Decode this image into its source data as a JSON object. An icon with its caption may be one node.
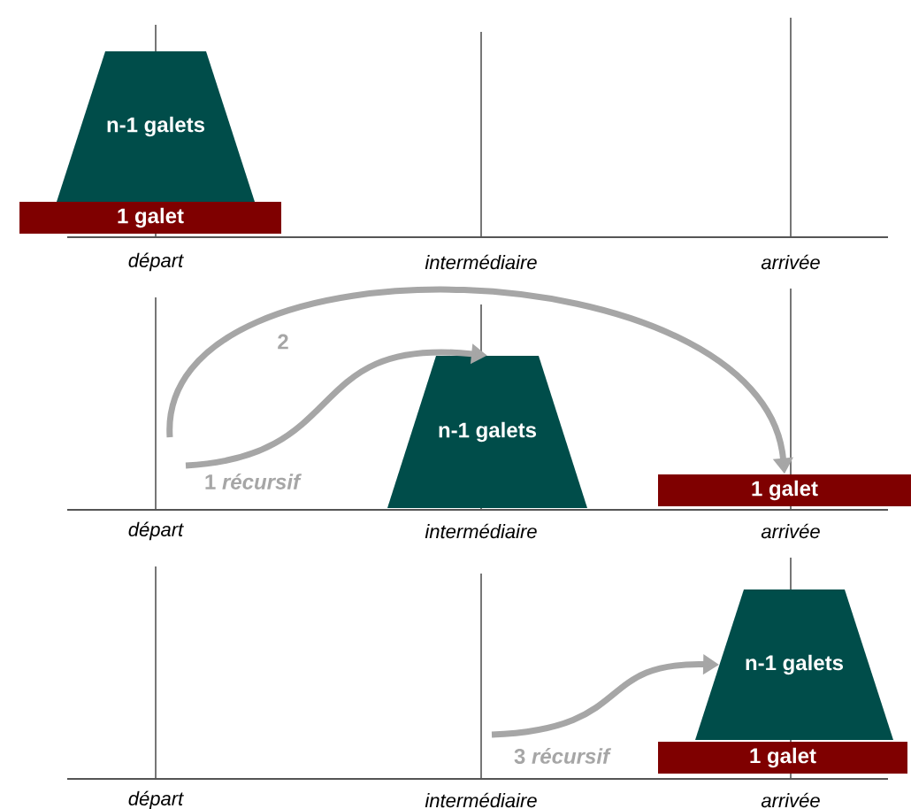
{
  "diagram": {
    "nodes": [
      {
        "text": [
          "n-1 galets"
        ]
      },
      {
        "text": [
          "1 galet"
        ]
      },
      {
        "text": [
          "n-1 galets"
        ]
      },
      {
        "text": [
          "1 galet"
        ]
      },
      {
        "text": [
          "n-1 galets"
        ]
      },
      {
        "text": [
          "1 galet"
        ]
      }
    ],
    "edges": [
      {
        "from": null,
        "to": 2,
        "arrow": "to",
        "label": "1 *récursif*"
      },
      {
        "from": null,
        "to": 3,
        "arrow": "to",
        "label": "2"
      },
      {
        "from": null,
        "to": 4,
        "arrow": "to",
        "label": "3 *récursif*"
      }
    ],
    "labels": [
      "départ",
      "intermédiaire",
      "arrivée",
      "départ",
      "intermédiaire",
      "arrivée",
      "départ",
      "intermédiaire",
      "arrivée"
    ]
  }
}
